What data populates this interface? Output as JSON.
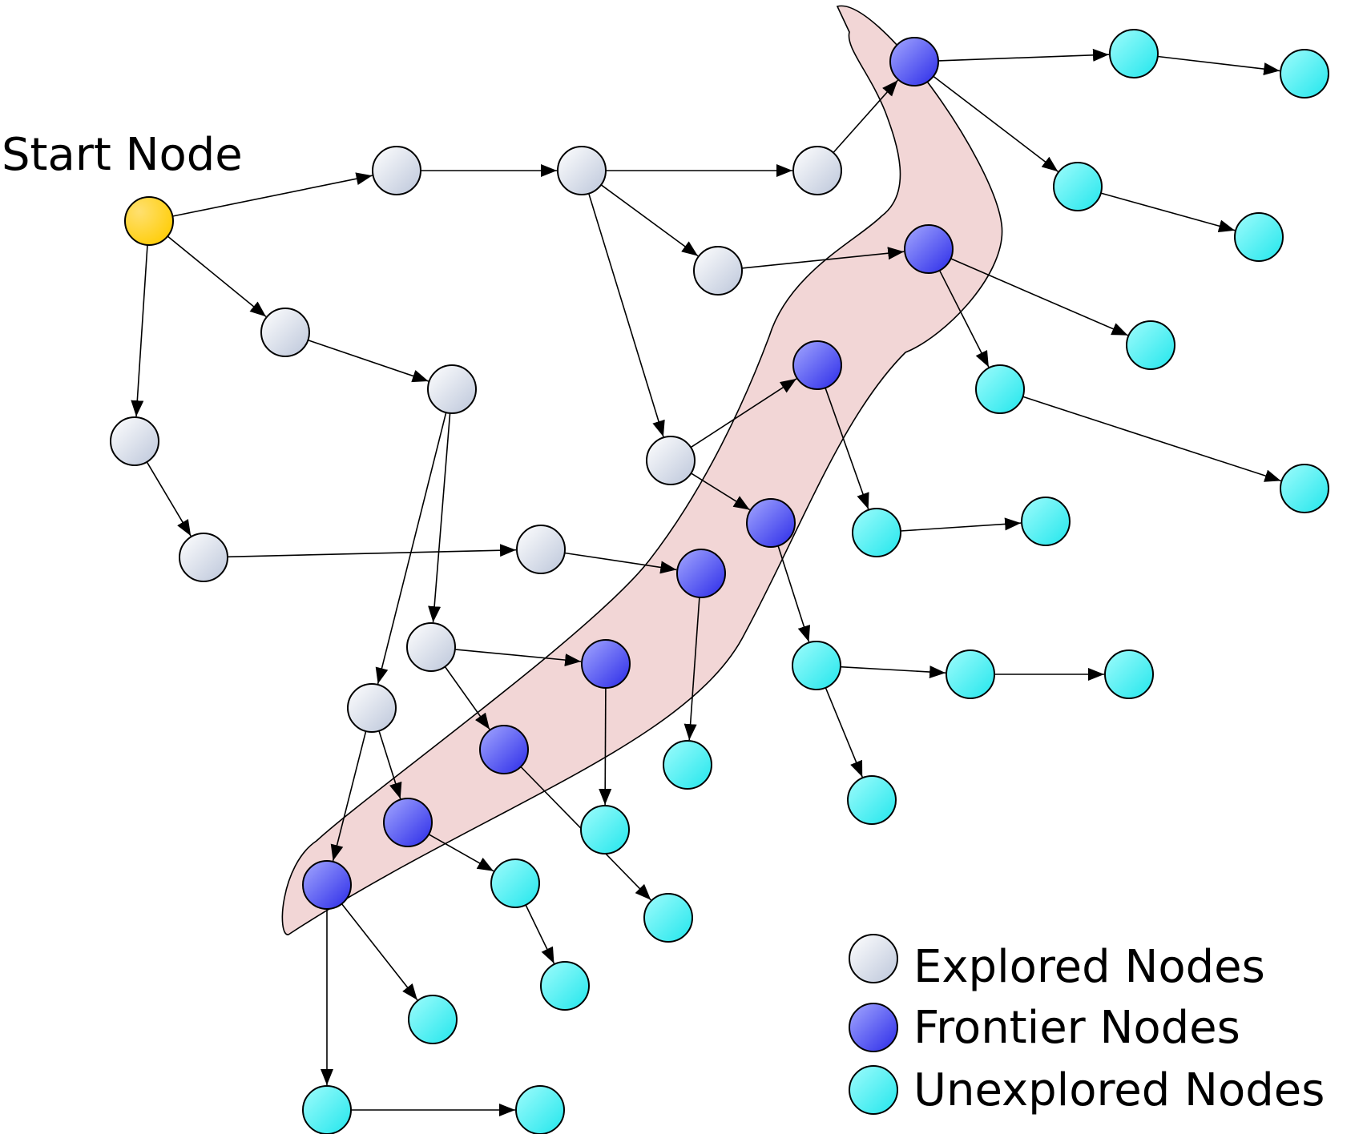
{
  "start_label": "Start Node",
  "legend": [
    {
      "kind": "explored",
      "label": "Explored Nodes"
    },
    {
      "kind": "frontier",
      "label": "Frontier Nodes"
    },
    {
      "kind": "unexplored",
      "label": "Unexplored Nodes"
    }
  ],
  "colors": {
    "start": "#ffcc00",
    "explored": "#d5dce8",
    "frontier": "#5a5cf0",
    "unexplored": "#40f0f0",
    "frontier_region": "#f2d6d6",
    "edge": "#000000"
  },
  "nodes": [
    {
      "id": "S",
      "kind": "start"
    },
    {
      "id": "E1",
      "kind": "explored"
    },
    {
      "id": "E2",
      "kind": "explored"
    },
    {
      "id": "E3",
      "kind": "explored"
    },
    {
      "id": "E4",
      "kind": "explored"
    },
    {
      "id": "E5",
      "kind": "explored"
    },
    {
      "id": "E6",
      "kind": "explored"
    },
    {
      "id": "E7",
      "kind": "explored"
    },
    {
      "id": "E8",
      "kind": "explored"
    },
    {
      "id": "E9",
      "kind": "explored"
    },
    {
      "id": "E10",
      "kind": "explored"
    },
    {
      "id": "E11",
      "kind": "explored"
    },
    {
      "id": "E12",
      "kind": "explored"
    },
    {
      "id": "F1",
      "kind": "frontier"
    },
    {
      "id": "F2",
      "kind": "frontier"
    },
    {
      "id": "F3",
      "kind": "frontier"
    },
    {
      "id": "F4",
      "kind": "frontier"
    },
    {
      "id": "F5",
      "kind": "frontier"
    },
    {
      "id": "F6",
      "kind": "frontier"
    },
    {
      "id": "F7",
      "kind": "frontier"
    },
    {
      "id": "F8",
      "kind": "frontier"
    },
    {
      "id": "F9",
      "kind": "frontier"
    },
    {
      "id": "U1",
      "kind": "unexplored"
    },
    {
      "id": "U2",
      "kind": "unexplored"
    },
    {
      "id": "U3",
      "kind": "unexplored"
    },
    {
      "id": "U4",
      "kind": "unexplored"
    },
    {
      "id": "U5",
      "kind": "unexplored"
    },
    {
      "id": "U6",
      "kind": "unexplored"
    },
    {
      "id": "U7",
      "kind": "unexplored"
    },
    {
      "id": "U8",
      "kind": "unexplored"
    },
    {
      "id": "U9",
      "kind": "unexplored"
    },
    {
      "id": "U10",
      "kind": "unexplored"
    },
    {
      "id": "U11",
      "kind": "unexplored"
    },
    {
      "id": "U12",
      "kind": "unexplored"
    },
    {
      "id": "U13",
      "kind": "unexplored"
    },
    {
      "id": "U14",
      "kind": "unexplored"
    },
    {
      "id": "U15",
      "kind": "unexplored"
    },
    {
      "id": "U16",
      "kind": "unexplored"
    },
    {
      "id": "U17",
      "kind": "unexplored"
    },
    {
      "id": "U18",
      "kind": "unexplored"
    },
    {
      "id": "U19",
      "kind": "unexplored"
    },
    {
      "id": "U20",
      "kind": "unexplored"
    },
    {
      "id": "U21",
      "kind": "unexplored"
    },
    {
      "id": "U22",
      "kind": "unexplored"
    }
  ],
  "edges": [
    [
      "S",
      "E1"
    ],
    [
      "S",
      "E4"
    ],
    [
      "S",
      "E6"
    ],
    [
      "E1",
      "E2"
    ],
    [
      "E2",
      "E3"
    ],
    [
      "E2",
      "E8"
    ],
    [
      "E2",
      "E9"
    ],
    [
      "E3",
      "F1"
    ],
    [
      "E8",
      "F2"
    ],
    [
      "E9",
      "F3"
    ],
    [
      "E9",
      "F4"
    ],
    [
      "E4",
      "E5"
    ],
    [
      "E5",
      "E10"
    ],
    [
      "E10",
      "F5"
    ],
    [
      "E6",
      "E7"
    ],
    [
      "E7",
      "E11"
    ],
    [
      "E7",
      "E12"
    ],
    [
      "E11",
      "F6"
    ],
    [
      "E11",
      "F7"
    ],
    [
      "E12",
      "F8"
    ],
    [
      "E12",
      "F9"
    ],
    [
      "F1",
      "U1"
    ],
    [
      "F1",
      "U3"
    ],
    [
      "U1",
      "U2"
    ],
    [
      "U3",
      "U4"
    ],
    [
      "F2",
      "U5"
    ],
    [
      "F2",
      "U6"
    ],
    [
      "U6",
      "U7"
    ],
    [
      "F3",
      "U8"
    ],
    [
      "U8",
      "U9"
    ],
    [
      "F4",
      "U10"
    ],
    [
      "U10",
      "U11"
    ],
    [
      "U10",
      "U13"
    ],
    [
      "U11",
      "U12"
    ],
    [
      "F5",
      "U14"
    ],
    [
      "F6",
      "U15"
    ],
    [
      "F7",
      "U16"
    ],
    [
      "F8",
      "U17"
    ],
    [
      "U17",
      "U18"
    ],
    [
      "F9",
      "U19"
    ],
    [
      "F9",
      "U20"
    ],
    [
      "U19",
      "U21"
    ],
    [
      "U20",
      "U22"
    ]
  ]
}
